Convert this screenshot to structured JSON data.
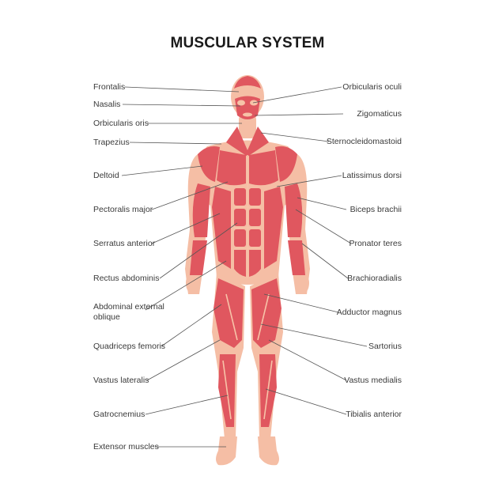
{
  "title": "MUSCULAR SYSTEM",
  "colors": {
    "muscle": "#e0575f",
    "muscle_dark": "#c9404a",
    "muscle_light": "#ee8a8c",
    "tendon": "#f7c3a8",
    "skin": "#f5bea5",
    "leader_line": "#555555"
  },
  "labels": {
    "left": [
      "Frontalis",
      "Nasalis",
      "Orbicularis oris",
      "Trapezius",
      "Deltoid",
      "Pectoralis major",
      "Serratus anterior",
      "Rectus abdominis",
      "Abdominal external",
      "oblique",
      "Quadriceps femoris",
      "Vastus lateralis",
      "Gatrocnemius",
      "Extensor muscles"
    ],
    "right": [
      "Orbicularis oculi",
      "Zigomaticus",
      "Sternocleidomastoid",
      "Latissimus dorsi",
      "Biceps brachii",
      "Pronator teres",
      "Brachioradialis",
      "Adductor magnus",
      "Sartorius",
      "Vastus medialis",
      "Tibialis anterior"
    ]
  }
}
